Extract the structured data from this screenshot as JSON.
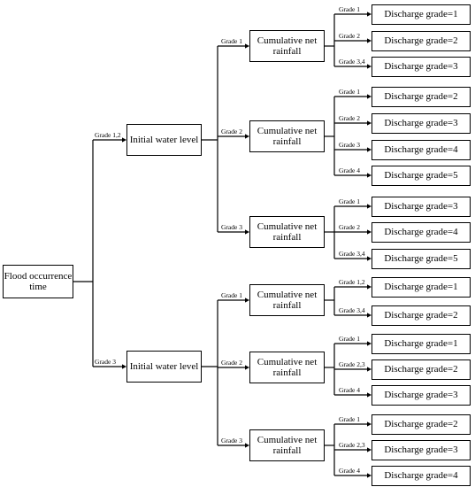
{
  "root": {
    "label": "Flood occurrence time",
    "children": [
      {
        "edge": "Grade 1,2",
        "label": "Initial water level",
        "children": [
          {
            "edge": "Grade 1",
            "label": "Cumulative net rainfall",
            "children": [
              {
                "edge": "Grade 1",
                "label": "Discharge grade=1"
              },
              {
                "edge": "Grade 2",
                "label": "Discharge grade=2"
              },
              {
                "edge": "Grade 3,4",
                "label": "Discharge grade=3"
              }
            ]
          },
          {
            "edge": "Grade 2",
            "label": "Cumulative net rainfall",
            "children": [
              {
                "edge": "Grade 1",
                "label": "Discharge grade=2"
              },
              {
                "edge": "Grade 2",
                "label": "Discharge grade=3"
              },
              {
                "edge": "Grade 3",
                "label": "Discharge grade=4"
              },
              {
                "edge": "Grade 4",
                "label": "Discharge grade=5"
              }
            ]
          },
          {
            "edge": "Grade 3",
            "label": "Cumulative net rainfall",
            "children": [
              {
                "edge": "Grade 1",
                "label": "Discharge grade=3"
              },
              {
                "edge": "Grade 2",
                "label": "Discharge grade=4"
              },
              {
                "edge": "Grade 3,4",
                "label": "Discharge grade=5"
              }
            ]
          }
        ]
      },
      {
        "edge": "Grade 3",
        "label": "Initial water level",
        "children": [
          {
            "edge": "Grade 1",
            "label": "Cumulative net rainfall",
            "children": [
              {
                "edge": "Grade 1,2",
                "label": "Discharge grade=1"
              },
              {
                "edge": "Grade 3,4",
                "label": "Discharge grade=2"
              }
            ]
          },
          {
            "edge": "Grade 2",
            "label": "Cumulative net rainfall",
            "children": [
              {
                "edge": "Grade 1",
                "label": "Discharge grade=1"
              },
              {
                "edge": "Grade 2,3",
                "label": "Discharge grade=2"
              },
              {
                "edge": "Grade 4",
                "label": "Discharge grade=3"
              }
            ]
          },
          {
            "edge": "Grade 3",
            "label": "Cumulative net rainfall",
            "children": [
              {
                "edge": "Grade 1",
                "label": "Discharge grade=2"
              },
              {
                "edge": "Grade 2,3",
                "label": "Discharge grade=3"
              },
              {
                "edge": "Grade 4",
                "label": "Discharge grade=4"
              }
            ]
          }
        ]
      }
    ]
  }
}
